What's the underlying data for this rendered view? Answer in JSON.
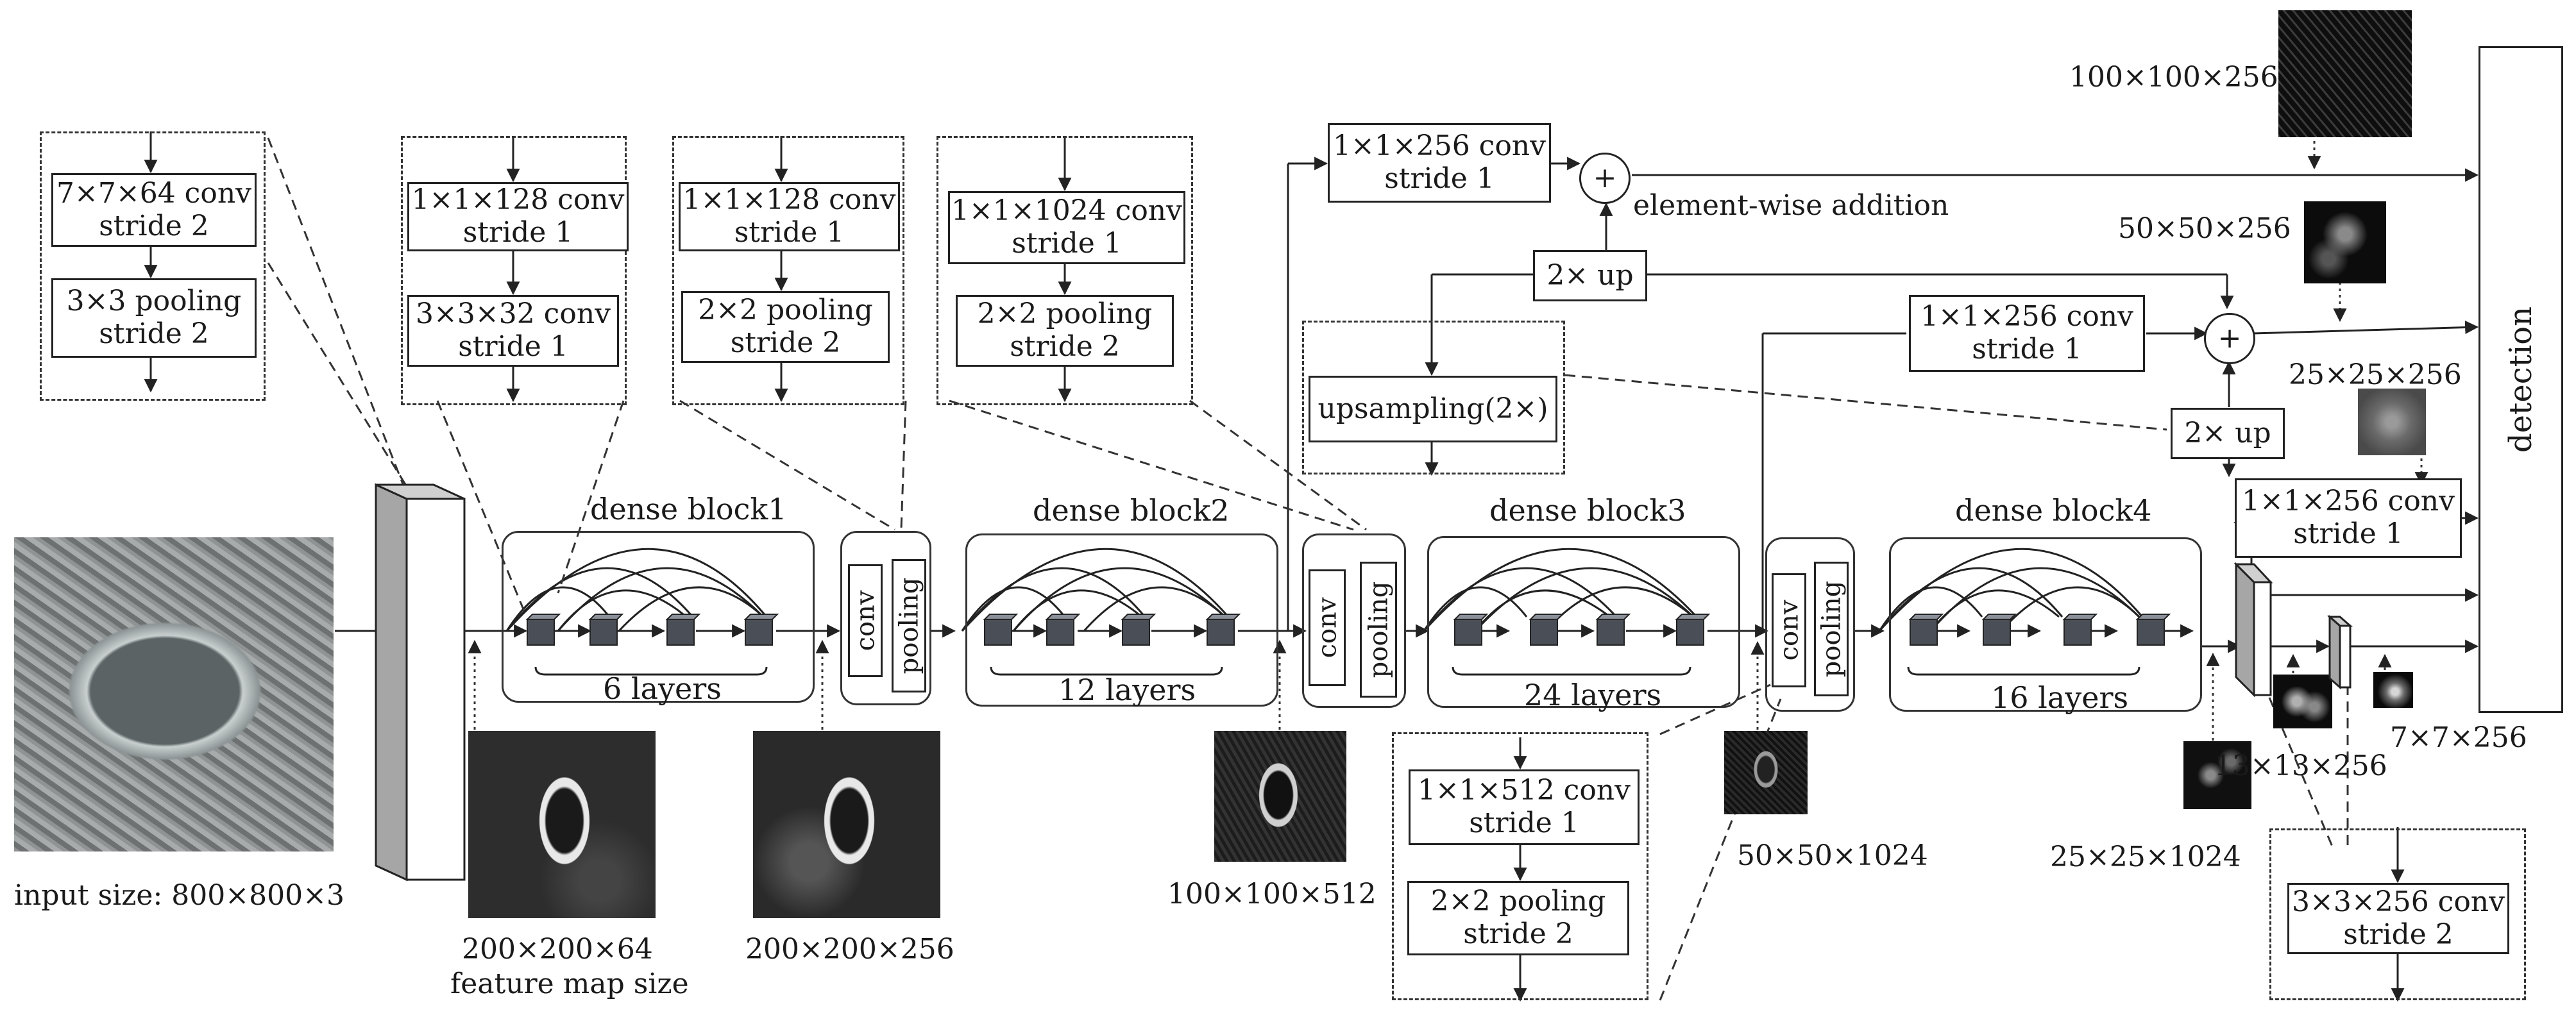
{
  "input": {
    "label": "input size: 800×800×3"
  },
  "stem": {
    "conv": [
      "7×7×64 conv",
      "stride 2"
    ],
    "pool": [
      "3×3 pooling",
      "stride 2"
    ]
  },
  "transition1": {
    "conv": [
      "1×1×128 conv",
      "stride 1"
    ],
    "second": [
      "3×3×32 conv",
      "stride 1"
    ]
  },
  "transition2": {
    "conv": [
      "1×1×128 conv",
      "stride 1"
    ],
    "pool": [
      "2×2 pooling",
      "stride 2"
    ]
  },
  "transition3": {
    "conv": [
      "1×1×1024 conv",
      "stride 1"
    ],
    "pool": [
      "2×2 pooling",
      "stride 2"
    ]
  },
  "transition4": {
    "conv": [
      "1×1×512 conv",
      "stride 1"
    ],
    "pool": [
      "2×2 pooling",
      "stride 2"
    ]
  },
  "extra": {
    "conv": [
      "3×3×256 conv",
      "stride 2"
    ]
  },
  "blocks": [
    {
      "title": "dense block1",
      "layers": "6 layers"
    },
    {
      "title": "dense block2",
      "layers": "12 layers"
    },
    {
      "title": "dense block3",
      "layers": "24 layers"
    },
    {
      "title": "dense block4",
      "layers": "16 layers"
    }
  ],
  "transition_labels": {
    "conv": "conv",
    "pooling": "pooling"
  },
  "feature_sizes": {
    "f200_64": "200×200×64",
    "feature_map_size": "feature map size",
    "f200_256": "200×200×256",
    "f100_512": "100×100×512",
    "f50_1024": "50×50×1024",
    "f25_1024": "25×25×1024",
    "f13_256": "13×13×256",
    "f7_256": "7×7×256",
    "f100_256": "100×100×256",
    "f50_256": "50×50×256",
    "f25_256": "25×25×256"
  },
  "fpn": {
    "conv_top": [
      "1×1×256 conv",
      "stride 1"
    ],
    "conv_mid": [
      "1×1×256 conv",
      "stride 1"
    ],
    "conv_low": [
      "1×1×256 conv",
      "stride 1"
    ],
    "up_a": "2× up",
    "up_b": "2× up",
    "upsampling": "upsampling(2×)",
    "plus": "+",
    "addition": "element-wise addition"
  },
  "detection": "detection",
  "colors": {
    "line": "#222222",
    "cube": "#4a4f57",
    "slab": "#a6a6a6"
  }
}
